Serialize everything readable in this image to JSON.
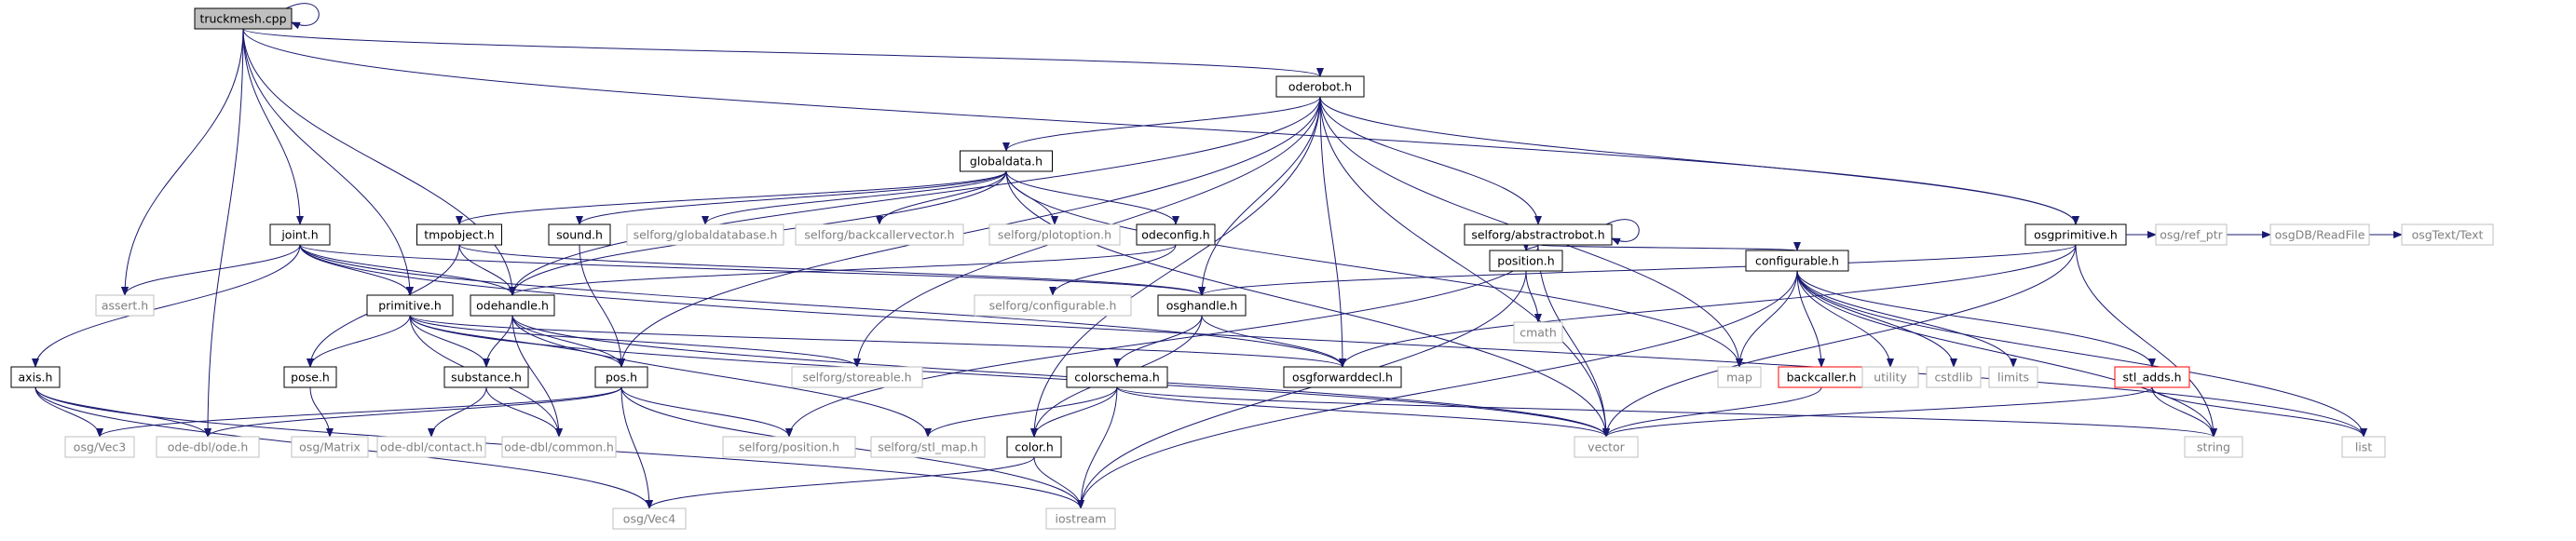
{
  "diagram": {
    "type": "include-dependency-graph",
    "colors": {
      "edge": "#191970",
      "node_border": "#000000",
      "node_border_external": "#bfbfbf",
      "node_border_highlight": "#ff0000",
      "text_external": "#808080",
      "root_fill": "#bfbfbf"
    },
    "nodes": [
      {
        "id": "truckmesh",
        "label": "truckmesh.cpp",
        "kind": "root"
      },
      {
        "id": "oderobot",
        "label": "oderobot.h",
        "kind": "local"
      },
      {
        "id": "globaldata",
        "label": "globaldata.h",
        "kind": "local"
      },
      {
        "id": "joint",
        "label": "joint.h",
        "kind": "local"
      },
      {
        "id": "assert",
        "label": "assert.h",
        "kind": "external"
      },
      {
        "id": "tmpobject",
        "label": "tmpobject.h",
        "kind": "local"
      },
      {
        "id": "sound",
        "label": "sound.h",
        "kind": "local"
      },
      {
        "id": "selforg_globaldatabase",
        "label": "selforg/globaldatabase.h",
        "kind": "external"
      },
      {
        "id": "selforg_backcallervector",
        "label": "selforg/backcallervector.h",
        "kind": "external"
      },
      {
        "id": "selforg_plotoption",
        "label": "selforg/plotoption.h",
        "kind": "external"
      },
      {
        "id": "odeconfig",
        "label": "odeconfig.h",
        "kind": "local"
      },
      {
        "id": "selforg_abstractrobot",
        "label": "selforg/abstractrobot.h",
        "kind": "local"
      },
      {
        "id": "osgprimitive",
        "label": "osgprimitive.h",
        "kind": "local"
      },
      {
        "id": "primitive",
        "label": "primitive.h",
        "kind": "local"
      },
      {
        "id": "odehandle",
        "label": "odehandle.h",
        "kind": "local"
      },
      {
        "id": "selforg_configurable",
        "label": "selforg/configurable.h",
        "kind": "external"
      },
      {
        "id": "osghandle",
        "label": "osghandle.h",
        "kind": "local"
      },
      {
        "id": "position",
        "label": "position.h",
        "kind": "local"
      },
      {
        "id": "configurable",
        "label": "configurable.h",
        "kind": "local"
      },
      {
        "id": "osg_ref_ptr",
        "label": "osg/ref_ptr",
        "kind": "external"
      },
      {
        "id": "osgDB_ReadFile",
        "label": "osgDB/ReadFile",
        "kind": "external"
      },
      {
        "id": "osgText_Text",
        "label": "osgText/Text",
        "kind": "external"
      },
      {
        "id": "axis",
        "label": "axis.h",
        "kind": "local"
      },
      {
        "id": "pose",
        "label": "pose.h",
        "kind": "local"
      },
      {
        "id": "substance",
        "label": "substance.h",
        "kind": "local"
      },
      {
        "id": "pos",
        "label": "pos.h",
        "kind": "local"
      },
      {
        "id": "selforg_storeable",
        "label": "selforg/storeable.h",
        "kind": "external"
      },
      {
        "id": "colorschema",
        "label": "colorschema.h",
        "kind": "local"
      },
      {
        "id": "osgforwarddecl",
        "label": "osgforwarddecl.h",
        "kind": "local"
      },
      {
        "id": "cmath",
        "label": "cmath",
        "kind": "external"
      },
      {
        "id": "map",
        "label": "map",
        "kind": "external"
      },
      {
        "id": "backcaller",
        "label": "backcaller.h",
        "kind": "highlight"
      },
      {
        "id": "utility",
        "label": "utility",
        "kind": "external"
      },
      {
        "id": "cstdlib",
        "label": "cstdlib",
        "kind": "external"
      },
      {
        "id": "limits",
        "label": "limits",
        "kind": "external"
      },
      {
        "id": "stl_adds",
        "label": "stl_adds.h",
        "kind": "highlight"
      },
      {
        "id": "osg_Vec3",
        "label": "osg/Vec3",
        "kind": "external"
      },
      {
        "id": "ode_dbl_ode",
        "label": "ode-dbl/ode.h",
        "kind": "external"
      },
      {
        "id": "osg_Matrix",
        "label": "osg/Matrix",
        "kind": "external"
      },
      {
        "id": "ode_dbl_contact",
        "label": "ode-dbl/contact.h",
        "kind": "external"
      },
      {
        "id": "ode_dbl_common",
        "label": "ode-dbl/common.h",
        "kind": "external"
      },
      {
        "id": "selforg_position",
        "label": "selforg/position.h",
        "kind": "external"
      },
      {
        "id": "selforg_stl_map",
        "label": "selforg/stl_map.h",
        "kind": "external"
      },
      {
        "id": "color",
        "label": "color.h",
        "kind": "local"
      },
      {
        "id": "vector",
        "label": "vector",
        "kind": "external"
      },
      {
        "id": "string",
        "label": "string",
        "kind": "external"
      },
      {
        "id": "list",
        "label": "list",
        "kind": "external"
      },
      {
        "id": "osg_Vec4",
        "label": "osg/Vec4",
        "kind": "external"
      },
      {
        "id": "iostream",
        "label": "iostream",
        "kind": "external"
      }
    ],
    "edges": [
      [
        "truckmesh",
        "truckmesh"
      ],
      [
        "truckmesh",
        "oderobot"
      ],
      [
        "truckmesh",
        "assert"
      ],
      [
        "truckmesh",
        "joint"
      ],
      [
        "truckmesh",
        "primitive"
      ],
      [
        "truckmesh",
        "ode_dbl_ode"
      ],
      [
        "truckmesh",
        "osgprimitive"
      ],
      [
        "truckmesh",
        "odehandle"
      ],
      [
        "oderobot",
        "globaldata"
      ],
      [
        "oderobot",
        "selforg_abstractrobot"
      ],
      [
        "oderobot",
        "osgprimitive"
      ],
      [
        "oderobot",
        "odehandle"
      ],
      [
        "oderobot",
        "osghandle"
      ],
      [
        "oderobot",
        "osgforwarddecl"
      ],
      [
        "oderobot",
        "vector"
      ],
      [
        "oderobot",
        "map"
      ],
      [
        "oderobot",
        "color"
      ],
      [
        "oderobot",
        "selforg_storeable"
      ],
      [
        "oderobot",
        "pos"
      ],
      [
        "globaldata",
        "tmpobject"
      ],
      [
        "globaldata",
        "sound"
      ],
      [
        "globaldata",
        "selforg_globaldatabase"
      ],
      [
        "globaldata",
        "selforg_backcallervector"
      ],
      [
        "globaldata",
        "selforg_plotoption"
      ],
      [
        "globaldata",
        "odeconfig"
      ],
      [
        "globaldata",
        "odehandle"
      ],
      [
        "globaldata",
        "vector"
      ],
      [
        "globaldata",
        "map"
      ],
      [
        "joint",
        "assert"
      ],
      [
        "joint",
        "axis"
      ],
      [
        "joint",
        "primitive"
      ],
      [
        "joint",
        "odehandle"
      ],
      [
        "joint",
        "osghandle"
      ],
      [
        "joint",
        "osgforwarddecl"
      ],
      [
        "joint",
        "list"
      ],
      [
        "tmpobject",
        "odehandle"
      ],
      [
        "tmpobject",
        "osghandle"
      ],
      [
        "tmpobject",
        "pose"
      ],
      [
        "sound",
        "pos"
      ],
      [
        "odeconfig",
        "selforg_configurable"
      ],
      [
        "odeconfig",
        "odehandle"
      ],
      [
        "selforg_abstractrobot",
        "selforg_abstractrobot"
      ],
      [
        "selforg_abstractrobot",
        "position"
      ],
      [
        "selforg_abstractrobot",
        "configurable"
      ],
      [
        "selforg_abstractrobot",
        "selforg_position"
      ],
      [
        "selforg_abstractrobot",
        "vector"
      ],
      [
        "osgprimitive",
        "osghandle"
      ],
      [
        "osgprimitive",
        "osgforwarddecl"
      ],
      [
        "osgprimitive",
        "osg_ref_ptr"
      ],
      [
        "osgprimitive",
        "osgDB_ReadFile"
      ],
      [
        "osgprimitive",
        "osgText_Text"
      ],
      [
        "osgprimitive",
        "vector"
      ],
      [
        "osgprimitive",
        "string"
      ],
      [
        "primitive",
        "pose"
      ],
      [
        "primitive",
        "substance"
      ],
      [
        "primitive",
        "pos"
      ],
      [
        "primitive",
        "selforg_storeable"
      ],
      [
        "primitive",
        "osgforwarddecl"
      ],
      [
        "primitive",
        "vector"
      ],
      [
        "primitive",
        "ode_dbl_common"
      ],
      [
        "odehandle",
        "substance"
      ],
      [
        "odehandle",
        "ode_dbl_common"
      ],
      [
        "odehandle",
        "pos"
      ],
      [
        "odehandle",
        "selforg_stl_map"
      ],
      [
        "odehandle",
        "vector"
      ],
      [
        "osghandle",
        "colorschema"
      ],
      [
        "osghandle",
        "osgforwarddecl"
      ],
      [
        "osghandle",
        "color"
      ],
      [
        "position",
        "cmath"
      ],
      [
        "position",
        "iostream"
      ],
      [
        "configurable",
        "map"
      ],
      [
        "configurable",
        "backcaller"
      ],
      [
        "configurable",
        "utility"
      ],
      [
        "configurable",
        "cstdlib"
      ],
      [
        "configurable",
        "limits"
      ],
      [
        "configurable",
        "stl_adds"
      ],
      [
        "configurable",
        "string"
      ],
      [
        "configurable",
        "list"
      ],
      [
        "configurable",
        "iostream"
      ],
      [
        "axis",
        "osg_Vec3"
      ],
      [
        "axis",
        "ode_dbl_ode"
      ],
      [
        "axis",
        "osg_Vec4"
      ],
      [
        "axis",
        "iostream"
      ],
      [
        "pose",
        "osg_Matrix"
      ],
      [
        "substance",
        "ode_dbl_contact"
      ],
      [
        "substance",
        "ode_dbl_common"
      ],
      [
        "pos",
        "osg_Vec3"
      ],
      [
        "pos",
        "ode_dbl_ode"
      ],
      [
        "pos",
        "selforg_position"
      ],
      [
        "pos",
        "osg_Vec4"
      ],
      [
        "pos",
        "iostream"
      ],
      [
        "colorschema",
        "selforg_stl_map"
      ],
      [
        "colorschema",
        "color"
      ],
      [
        "colorschema",
        "vector"
      ],
      [
        "colorschema",
        "string"
      ],
      [
        "colorschema",
        "iostream"
      ],
      [
        "color",
        "osg_Vec4"
      ],
      [
        "color",
        "iostream"
      ],
      [
        "backcaller",
        "vector"
      ],
      [
        "stl_adds",
        "vector"
      ],
      [
        "stl_adds",
        "string"
      ],
      [
        "stl_adds",
        "list"
      ]
    ]
  }
}
